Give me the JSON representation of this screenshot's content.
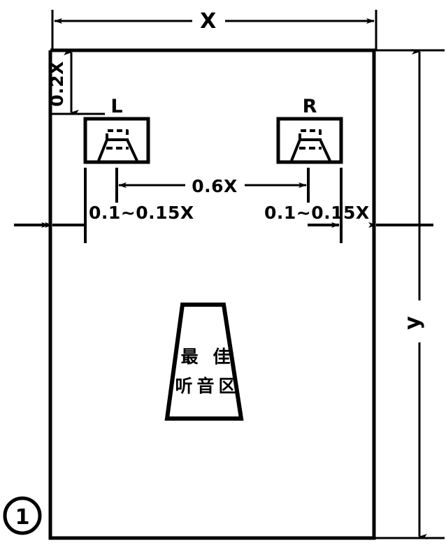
{
  "figure": {
    "number_label": "1",
    "description_kind": "loudspeaker-placement-floor-plan"
  },
  "room": {
    "width_dimension_label": "X",
    "depth_dimension_label": "y"
  },
  "dimensions": {
    "front_wall_offset": "0.2X",
    "speaker_separation": "0.6X",
    "left_side_offset": "0.1~0.15X",
    "right_side_offset": "0.1~0.15X"
  },
  "speakers": [
    {
      "id": "left",
      "label": "L"
    },
    {
      "id": "right",
      "label": "R"
    }
  ],
  "listening_zone": {
    "line1": "最 佳",
    "line2": "听音区"
  },
  "colors": {
    "ink": "#000000",
    "paper": "#ffffff"
  }
}
